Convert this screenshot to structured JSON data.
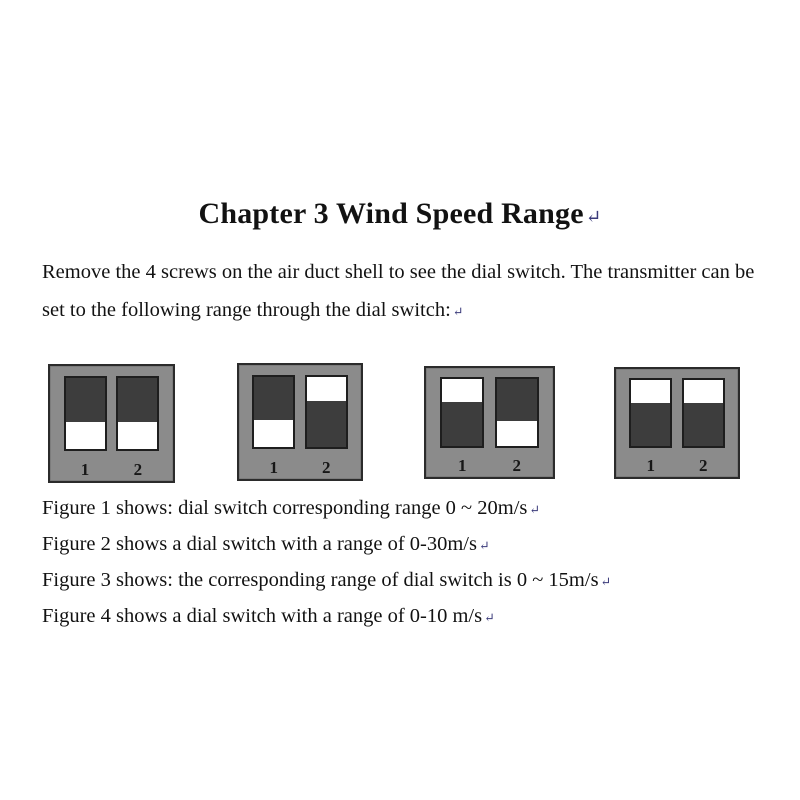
{
  "document": {
    "title": "Chapter 3 Wind Speed Range",
    "title_mark": "↵",
    "intro": "Remove the 4 screws on the air duct shell to see the dial switch. The transmitter can be set to the following range through the dial switch:",
    "intro_mark": "↵"
  },
  "figures": [
    {
      "id": "figure-1",
      "switch1": {
        "label": "1",
        "position": "up"
      },
      "switch2": {
        "label": "2",
        "position": "up"
      }
    },
    {
      "id": "figure-2",
      "switch1": {
        "label": "1",
        "position": "up"
      },
      "switch2": {
        "label": "2",
        "position": "down"
      }
    },
    {
      "id": "figure-3",
      "switch1": {
        "label": "1",
        "position": "down"
      },
      "switch2": {
        "label": "2",
        "position": "up"
      }
    },
    {
      "id": "figure-4",
      "switch1": {
        "label": "1",
        "position": "down"
      },
      "switch2": {
        "label": "2",
        "position": "down"
      }
    }
  ],
  "captions": [
    {
      "text": "Figure 1 shows: dial switch corresponding range 0 ~ 20m/s",
      "mark": "↵"
    },
    {
      "text": "Figure 2 shows a dial switch with a range of 0-30m/s",
      "mark": "↵"
    },
    {
      "text": "Figure 3 shows: the corresponding range of dial switch is 0 ~ 15m/s",
      "mark": "↵"
    },
    {
      "text": "Figure 4 shows a dial switch with a range of 0-10 m/s",
      "mark": "↵"
    }
  ],
  "colors": {
    "page_background": "#ffffff",
    "switch_body_gray": "#8b8b8b",
    "switch_body_border": "#2b2b2b",
    "switch_dark_segment": "#3d3d3d",
    "switch_light_segment": "#ffffff",
    "text": "#121212"
  }
}
